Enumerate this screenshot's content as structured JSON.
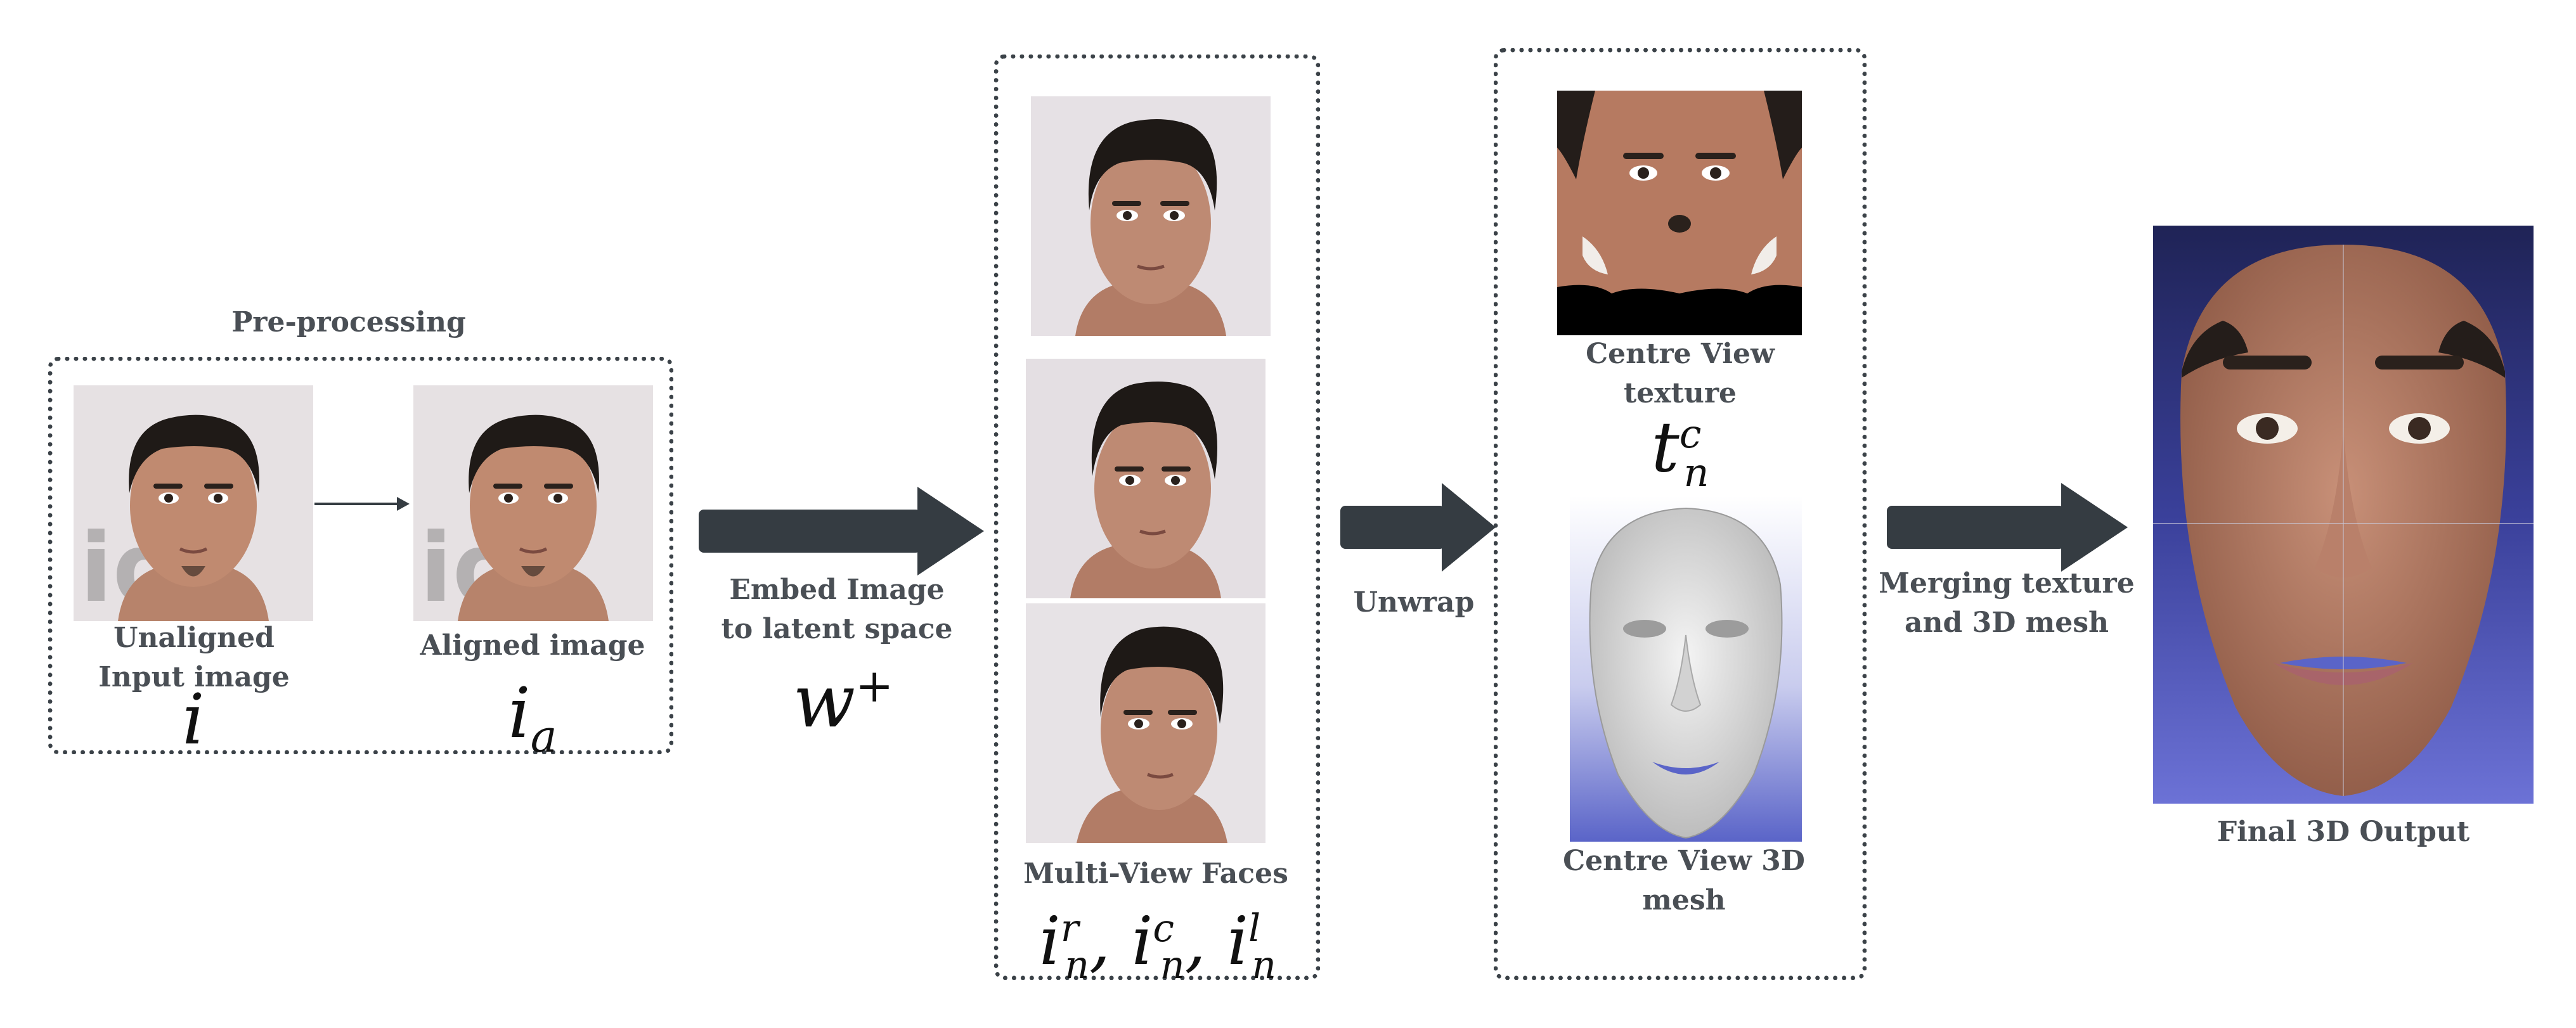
{
  "preprocessing": {
    "title": "Pre-processing",
    "unaligned_label": "Unaligned Input image",
    "unaligned_symbol": "i",
    "aligned_label": "Aligned image",
    "aligned_symbol_base": "i",
    "aligned_symbol_sub": "a"
  },
  "embed": {
    "label": "Embed Image to latent space",
    "symbol_base": "w",
    "symbol_sup": "+"
  },
  "multiview": {
    "label": "Multi-View Faces",
    "symbol": {
      "base": "i",
      "subs": [
        "n",
        "n",
        "n"
      ],
      "sups": [
        "r",
        "c",
        "l"
      ]
    }
  },
  "unwrap": {
    "label": "Unwrap"
  },
  "centre_texture": {
    "label": "Centre View texture",
    "symbol_base": "t",
    "symbol_sub": "n",
    "symbol_sup": "c"
  },
  "centre_mesh": {
    "label": "Centre View 3D mesh"
  },
  "merge": {
    "label": "Merging texture and 3D mesh"
  },
  "final": {
    "label": "Final 3D Output"
  },
  "colors": {
    "arrow": "#353c42",
    "border": "#3b4248",
    "label_text": "#4a4f55",
    "skin": "#b8826a",
    "hair": "#1f1a17",
    "photo_bg": "#e9e5e6",
    "mesh_bg": "#5a64c8",
    "final_bg": "#2e3470"
  }
}
